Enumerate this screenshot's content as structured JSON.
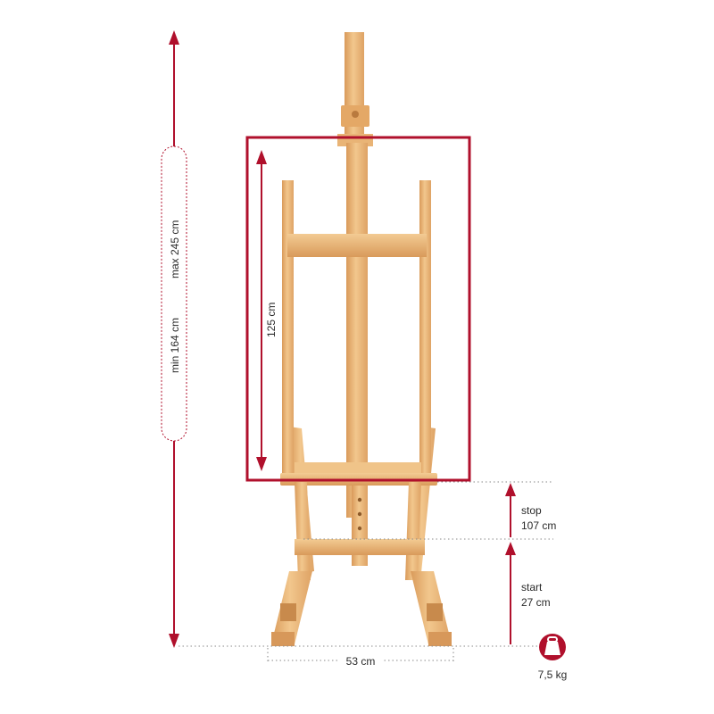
{
  "colors": {
    "accent": "#b0102c",
    "wood_light": "#f0c489",
    "wood_mid": "#e3a765",
    "wood_dark": "#c9884a",
    "dotted": "#8a8a8a"
  },
  "labels": {
    "max_height": "max 245 cm",
    "min_height": "min 164 cm",
    "canvas_height": "125 cm",
    "stop_word": "stop",
    "stop_value": "107 cm",
    "start_word": "start",
    "start_value": "27 cm",
    "width": "53 cm",
    "weight": "7,5 kg"
  },
  "icons": {
    "weight": "weight-icon"
  }
}
